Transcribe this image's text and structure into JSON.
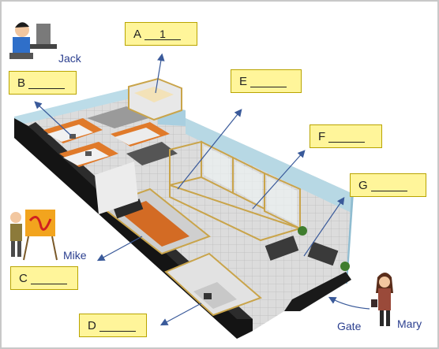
{
  "labels": {
    "A": {
      "letter": "A",
      "answer": "1"
    },
    "B": {
      "letter": "B",
      "answer": ""
    },
    "C": {
      "letter": "C",
      "answer": ""
    },
    "D": {
      "letter": "D",
      "answer": ""
    },
    "E": {
      "letter": "E",
      "answer": ""
    },
    "F": {
      "letter": "F",
      "answer": ""
    },
    "G": {
      "letter": "G",
      "answer": ""
    }
  },
  "people": {
    "jack": "Jack",
    "mike": "Mike",
    "mary": "Mary",
    "gate": "Gate"
  },
  "colors": {
    "label_fill": "#fff59a",
    "arrow": "#3a5a9a",
    "floor": "#d9d9d9",
    "wall_dark": "#1a1a1a",
    "wall_blue": "#b7d8e4",
    "desk": "#e07a2a"
  }
}
